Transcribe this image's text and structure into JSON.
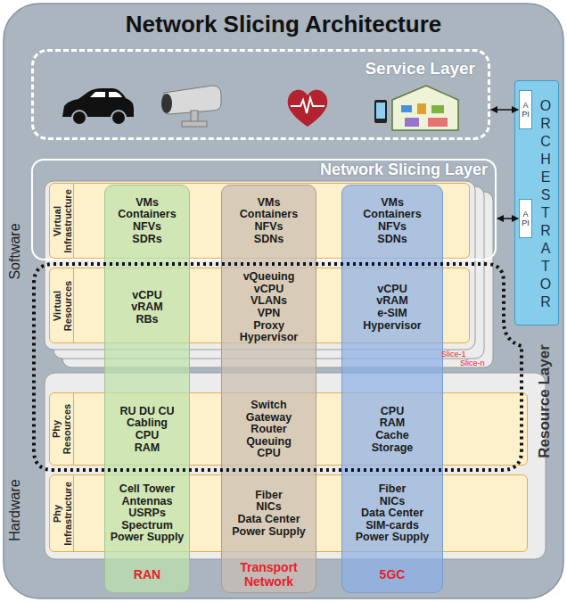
{
  "diagram": {
    "title": "Network Slicing Architecture",
    "nodes": [
      {
        "text": [
          "Service Layer"
        ]
      },
      {
        "text": [
          "ORCHESTRATOR"
        ]
      },
      {
        "text": [
          "API"
        ],
        "in": 1
      },
      {
        "text": [
          "API"
        ],
        "in": 1
      },
      {
        "text": [
          "Network Slicing Layer"
        ]
      },
      {
        "text": [
          "Virtual Infrastructure"
        ]
      },
      {
        "text": [
          "Virtual Resources"
        ]
      },
      {
        "text": [
          "Phy Resources"
        ]
      },
      {
        "text": [
          "Phy Infrastructure"
        ]
      },
      {
        "text": [
          "VMs",
          "Containers",
          "NFVs",
          "SDRs",
          "vCPU",
          "vRAM",
          "RBs",
          "RU DU CU",
          "Cabling",
          "CPU",
          "RAM",
          "Cell Tower",
          "Antennas",
          "USRPs",
          "Spectrum",
          "Power Supply",
          "RAN"
        ]
      },
      {
        "text": [
          "VMs",
          "Containers",
          "NFVs",
          "SDNs",
          "vQueuing",
          "vCPU",
          "VLANs",
          "VPN",
          "Proxy",
          "Hypervisor",
          "Switch",
          "Gateway",
          "Router",
          "Queuing",
          "CPU",
          "Fiber",
          "NICs",
          "Data Center",
          "Power Supply",
          "Transport Network"
        ]
      },
      {
        "text": [
          "VMs",
          "Containers",
          "NFVs",
          "SDNs",
          "vCPU",
          "vRAM",
          "e-SIM",
          "Hypervisor",
          "CPU",
          "RAM",
          "Cache",
          "Storage",
          "Fiber",
          "NICs",
          "Data Center",
          "SIM-cards",
          "Power Supply",
          "5GC"
        ]
      },
      {
        "text": [
          "Resource Layer"
        ]
      }
    ],
    "edges": [
      {
        "from": 0,
        "to": 2,
        "arrow": "both"
      },
      {
        "from": 4,
        "to": 3,
        "arrow": "both"
      }
    ],
    "labels": [
      "Software",
      "Slice-1",
      "Slice-n",
      "Hardware"
    ]
  }
}
